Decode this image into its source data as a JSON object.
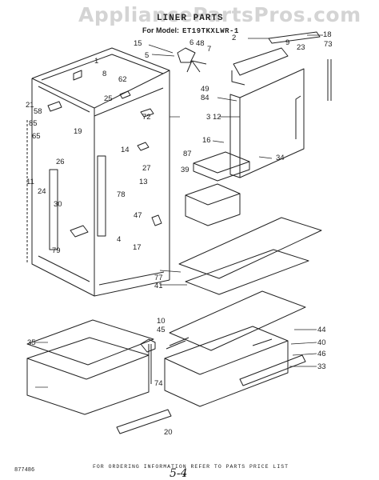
{
  "watermark": "AppliancePartsPros.com",
  "header": {
    "title": "LINER PARTS",
    "model_label": "For Model:",
    "model_value": "ET19TKXLWR-1"
  },
  "footer": {
    "ordering_note": "FOR ORDERING INFORMATION REFER TO PARTS PRICE LIST",
    "page_number": "4",
    "catalog_number": "877486",
    "handwritten": "5-4"
  },
  "callouts": [
    "1",
    "2",
    "3",
    "4",
    "5",
    "6",
    "7",
    "8",
    "9",
    "10",
    "11",
    "12",
    "13",
    "14",
    "15",
    "16",
    "17",
    "18",
    "19",
    "20",
    "21",
    "23",
    "24",
    "25",
    "26",
    "27",
    "30",
    "33",
    "34",
    "35",
    "39",
    "40",
    "41",
    "44",
    "45",
    "46",
    "47",
    "48",
    "49",
    "58",
    "62",
    "65",
    "72",
    "73",
    "74",
    "77",
    "78",
    "79",
    "84",
    "85",
    "87"
  ]
}
